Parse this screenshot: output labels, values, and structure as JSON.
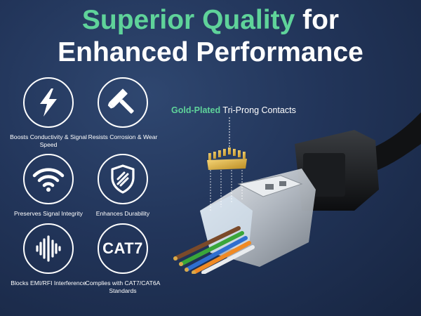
{
  "headline": {
    "line1_accent": "Superior Quality",
    "line1_rest": " for",
    "line2": "Enhanced Performance"
  },
  "features": [
    {
      "icon": "lightning-bolt-icon",
      "label": "Boosts Conductivity & Signal Speed"
    },
    {
      "icon": "hammer-icon",
      "label": "Resists Corrosion & Wear"
    },
    {
      "icon": "wifi-icon",
      "label": "Preserves Signal Integrity"
    },
    {
      "icon": "shield-icon",
      "label": "Enhances Durability"
    },
    {
      "icon": "sound-wave-icon",
      "label": "Blocks EMI/RFI Interference"
    },
    {
      "icon": "cat7-badge",
      "badge_text": "CAT7",
      "label": "Complies with CAT7/CAT6A Standards"
    }
  ],
  "callout": {
    "highlight": "Gold-Plated",
    "rest": " Tri-Prong Contacts"
  },
  "colors": {
    "accent": "#5fd39a",
    "background": "#22355a",
    "wire_colors": [
      "#7a4a2a",
      "#3aa63a",
      "#2f6fd0",
      "#f08a24",
      "#ffffff"
    ]
  }
}
